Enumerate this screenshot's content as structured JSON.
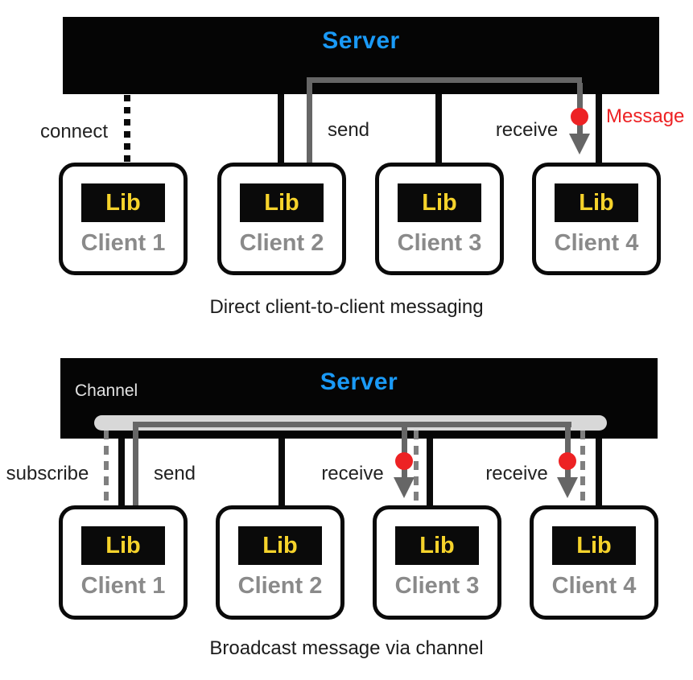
{
  "colors": {
    "server_text_blue": "#1a9af7",
    "lib_yellow": "#f6d32b",
    "message_red": "#ed2224",
    "solid_line_gray": "#666666",
    "dashed_line_gray": "#7f7f7f",
    "client_name_gray": "#8a8a8a",
    "channel_pill_gray": "#d8d8d8",
    "box_black": "#0a0a0a"
  },
  "diagram1": {
    "server_label": "Server",
    "labels": {
      "connect": "connect",
      "send": "send",
      "receive": "receive",
      "message": "Message"
    },
    "clients": [
      {
        "lib": "Lib",
        "label": "Client 1"
      },
      {
        "lib": "Lib",
        "label": "Client 2"
      },
      {
        "lib": "Lib",
        "label": "Client 3"
      },
      {
        "lib": "Lib",
        "label": "Client 4"
      }
    ],
    "caption": "Direct client-to-client messaging"
  },
  "diagram2": {
    "server_label": "Server",
    "channel_label": "Channel",
    "labels": {
      "subscribe": "subscribe",
      "send": "send",
      "receive_client3": "receive",
      "receive_client4": "receive"
    },
    "clients": [
      {
        "lib": "Lib",
        "label": "Client 1"
      },
      {
        "lib": "Lib",
        "label": "Client 2"
      },
      {
        "lib": "Lib",
        "label": "Client 3"
      },
      {
        "lib": "Lib",
        "label": "Client 4"
      }
    ],
    "caption": "Broadcast message via channel"
  }
}
